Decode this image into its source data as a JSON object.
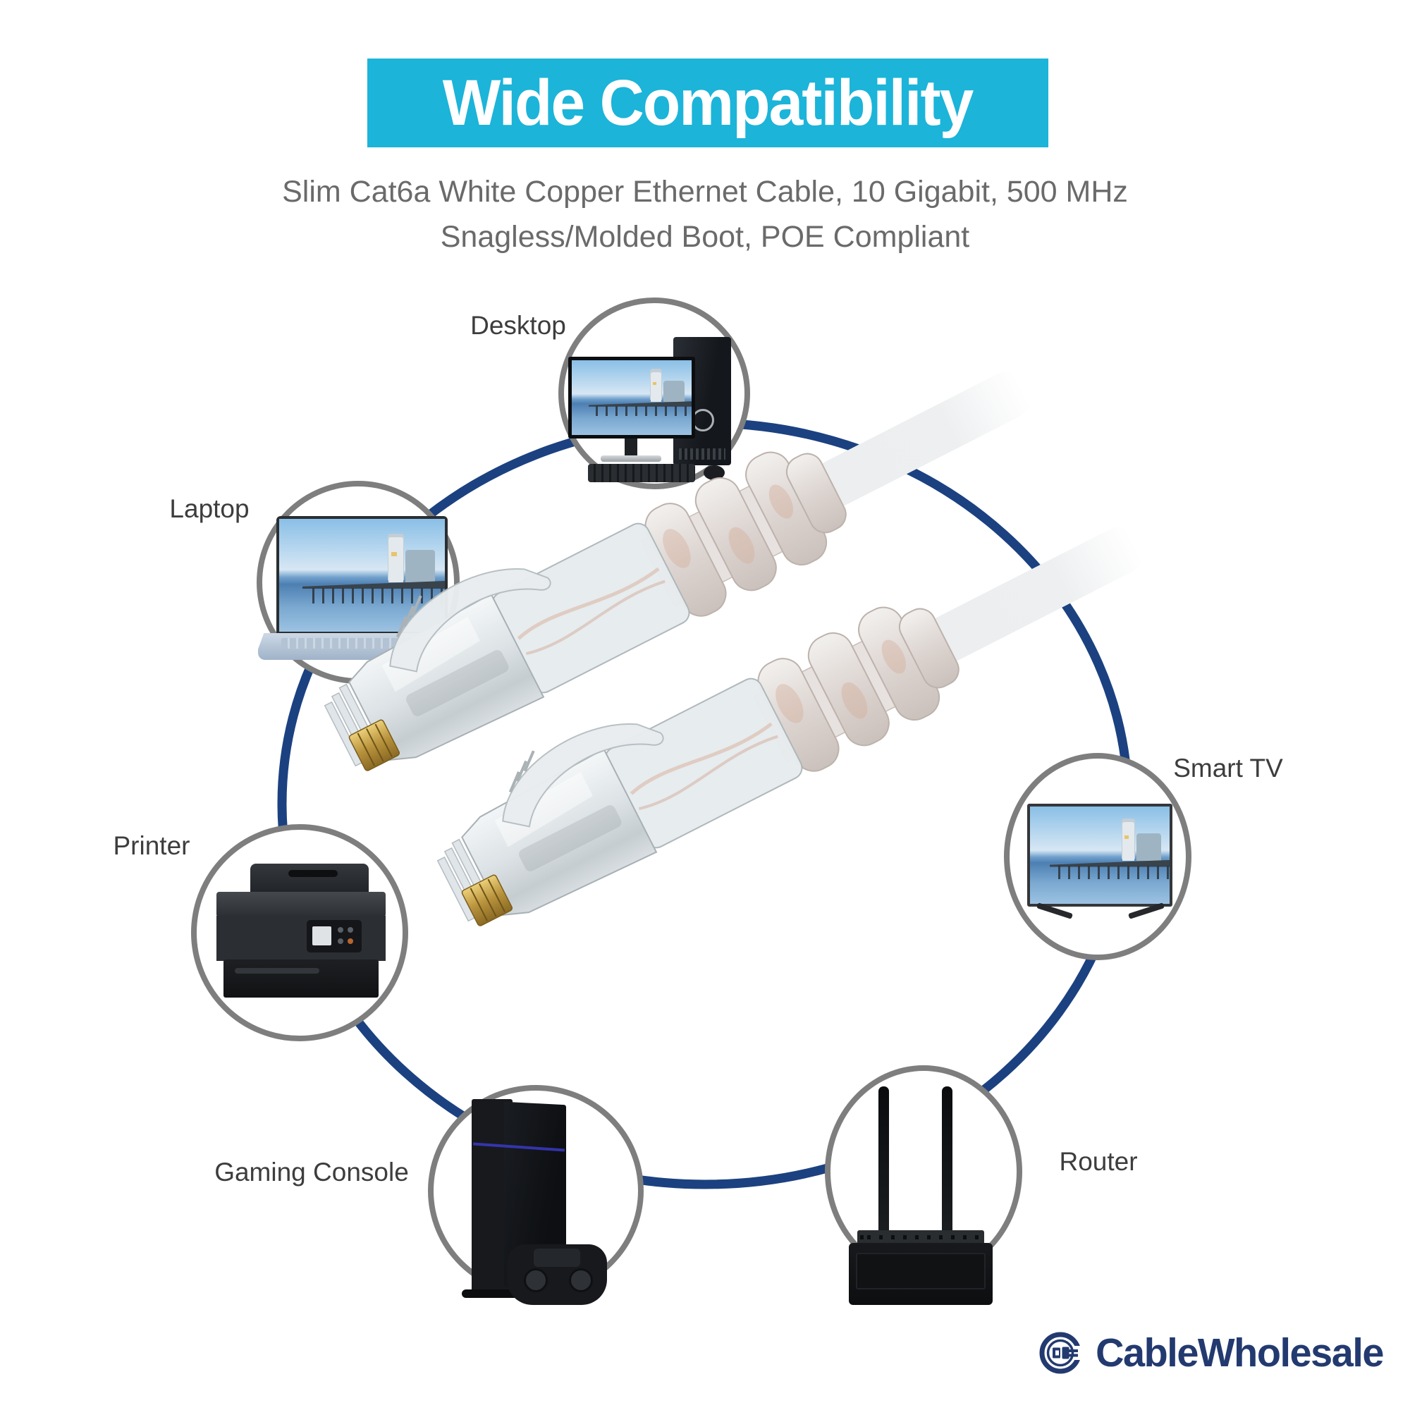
{
  "header": {
    "title": "Wide Compatibility",
    "subtitle_line1": "Slim Cat6a White Copper Ethernet Cable, 10 Gigabit, 500 MHz",
    "subtitle_line2": "Snagless/Molded Boot, POE Compliant",
    "banner_bg": "#1cb4d9",
    "title_color": "#ffffff",
    "subtitle_color": "#6a6a6a"
  },
  "devices": [
    {
      "id": "desktop",
      "label": "Desktop"
    },
    {
      "id": "laptop",
      "label": "Laptop"
    },
    {
      "id": "printer",
      "label": "Printer"
    },
    {
      "id": "gaming-console",
      "label": "Gaming Console"
    },
    {
      "id": "router",
      "label": "Router"
    },
    {
      "id": "smart-tv",
      "label": "Smart TV"
    }
  ],
  "footer": {
    "brand": "CableWholesale",
    "brand_color": "#233a70"
  },
  "colors": {
    "connection_ring": "#1b4180",
    "device_circle_border": "#7e7e7e",
    "label_text": "#3d3d3d",
    "cable": "#eef0f1"
  }
}
